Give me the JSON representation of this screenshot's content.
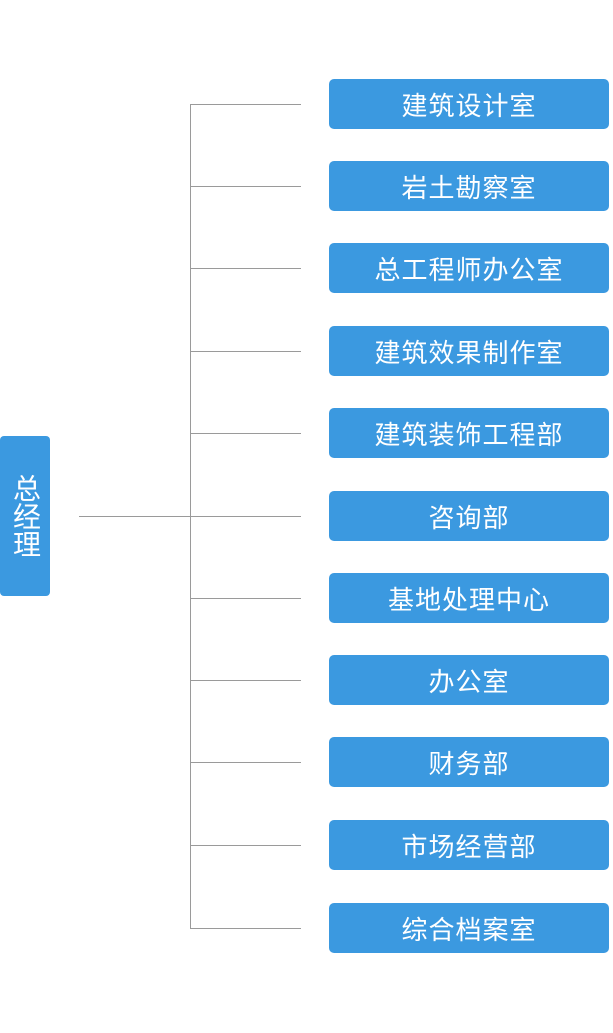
{
  "root": {
    "label": "总经理"
  },
  "departments": [
    {
      "label": "建筑设计室"
    },
    {
      "label": "岩土勘察室"
    },
    {
      "label": "总工程师办公室"
    },
    {
      "label": "建筑效果制作室"
    },
    {
      "label": "建筑装饰工程部"
    },
    {
      "label": "咨询部"
    },
    {
      "label": "基地处理中心"
    },
    {
      "label": "办公室"
    },
    {
      "label": "财务部"
    },
    {
      "label": "市场经营部"
    },
    {
      "label": "综合档案室"
    }
  ],
  "colors": {
    "box_fill": "#3b99e0",
    "connector": "#9a9a9a",
    "text": "#ffffff"
  }
}
